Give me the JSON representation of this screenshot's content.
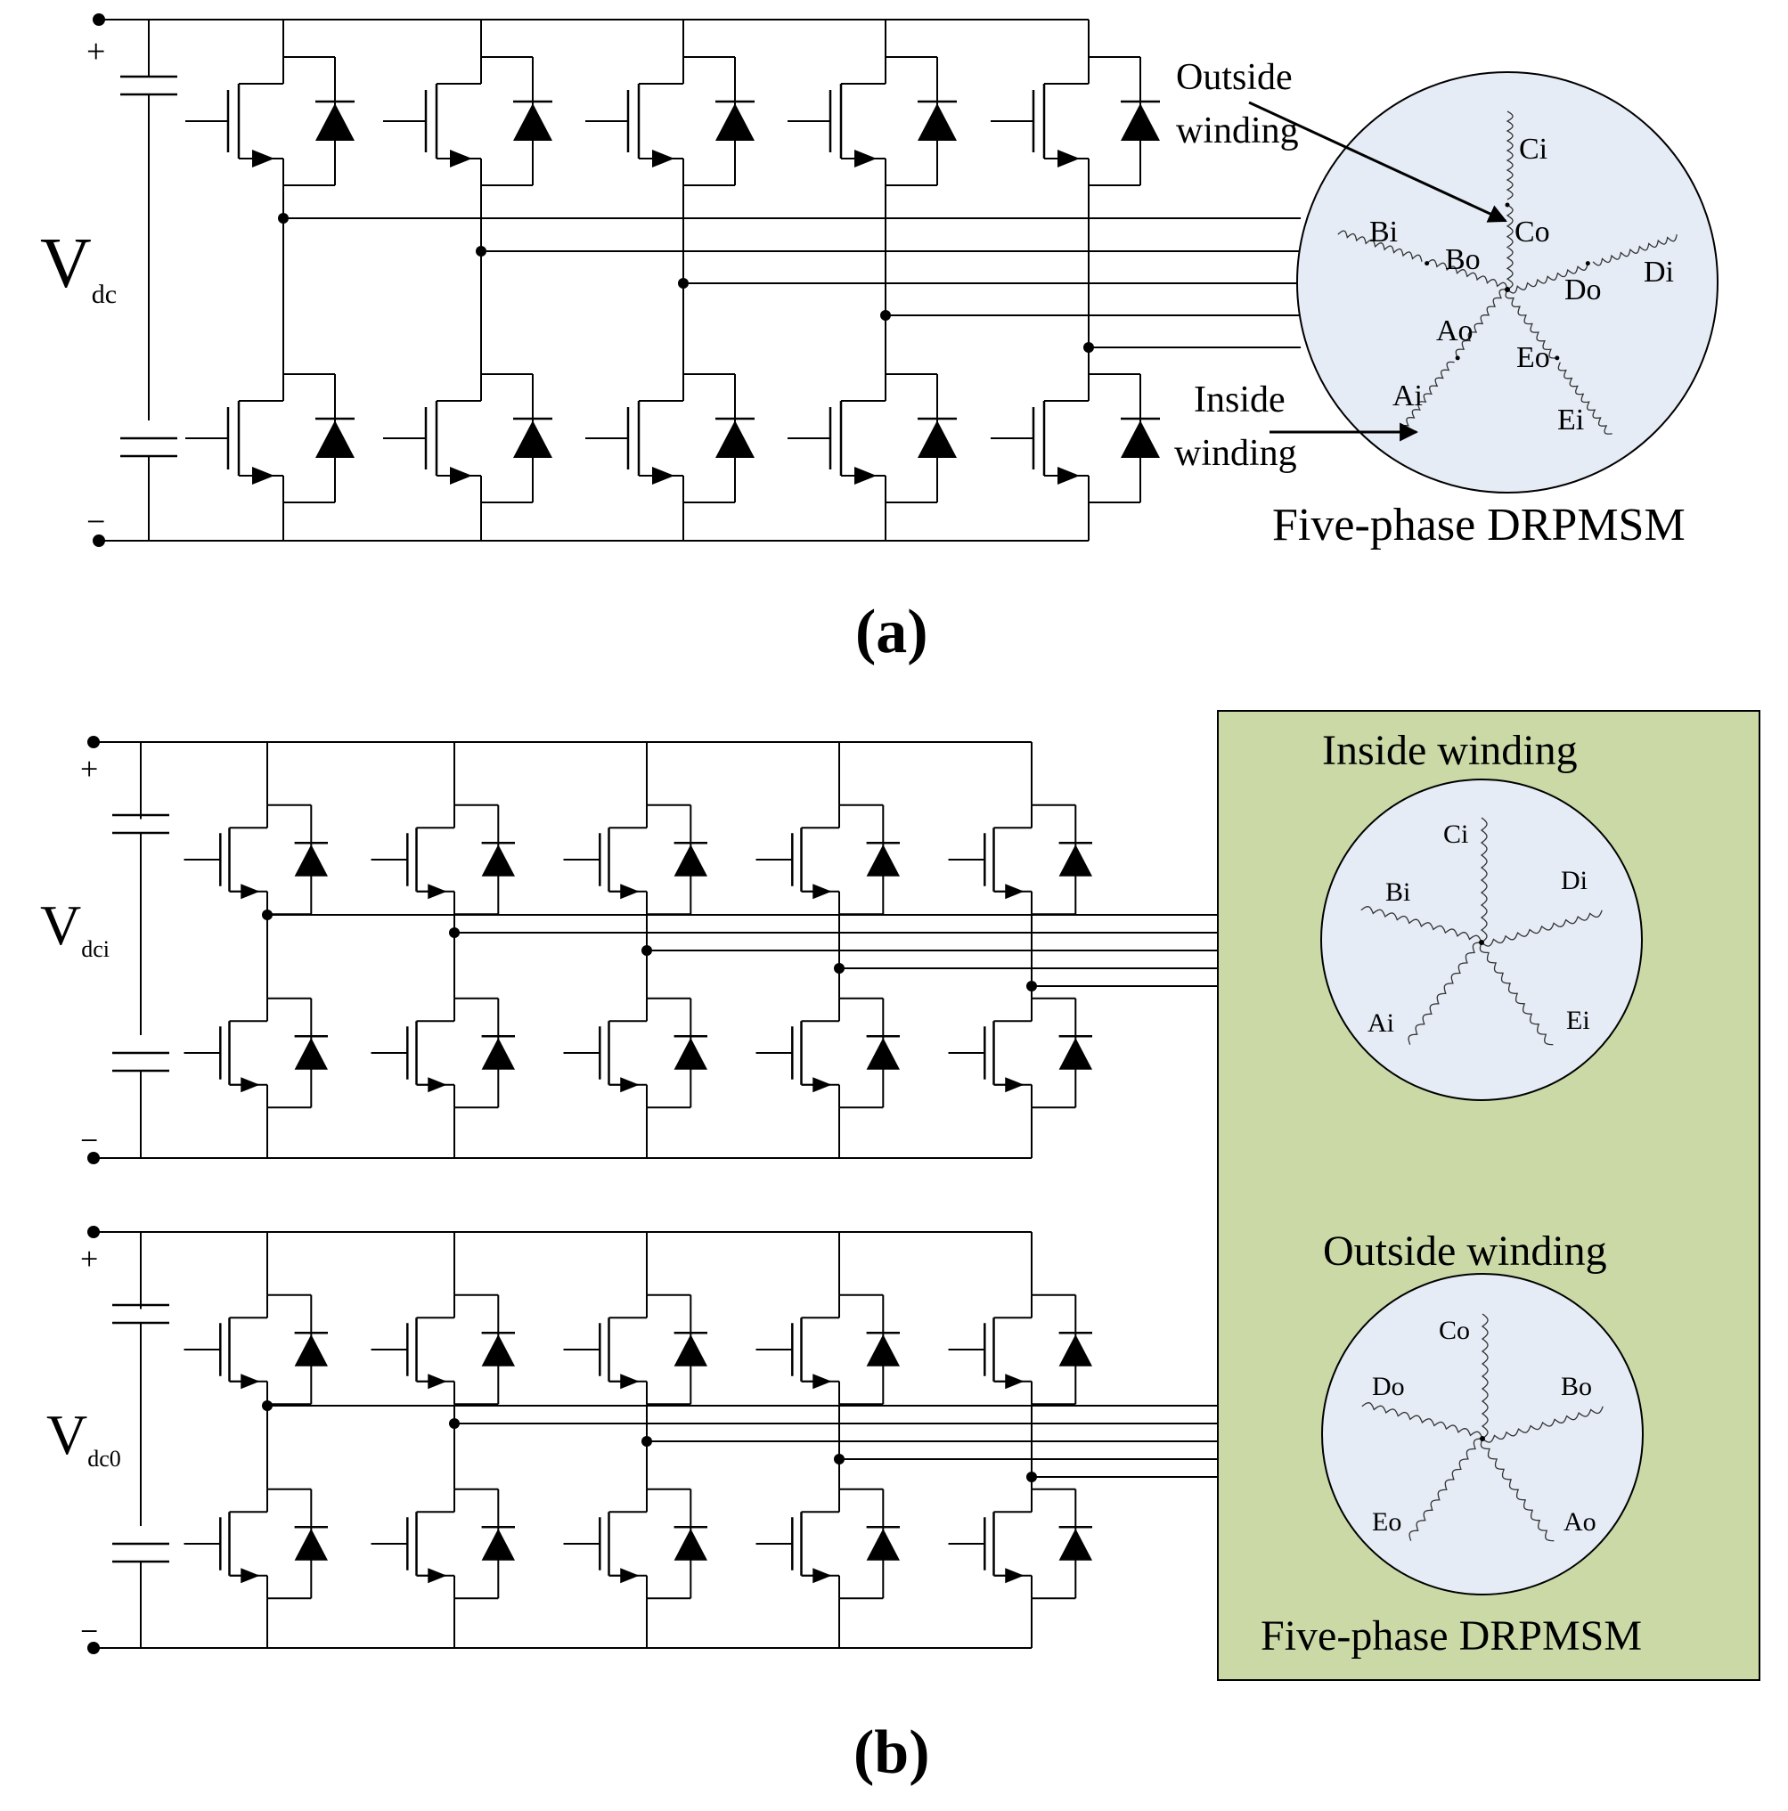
{
  "colors": {
    "wire": "#000000",
    "motor_fill": "#e6ecf5",
    "machine_box_fill": "#cbd9a7",
    "background": "#ffffff"
  },
  "icons": [
    "mosfet-switch-icon",
    "diode-icon",
    "capacitor-icon",
    "winding-coil-icon",
    "arrow-icon"
  ],
  "panel_a": {
    "caption": "(a)",
    "plus": "+",
    "minus": "−",
    "vdc_main": "V",
    "vdc_sub": "dc",
    "outside_label_1": "Outside",
    "outside_label_2": "winding",
    "inside_label_1": "Inside",
    "inside_label_2": "winding",
    "machine_label": "Five-phase DRPMSM",
    "phases": [
      "Ci",
      "Co",
      "Bi",
      "Bo",
      "Do",
      "Di",
      "Ao",
      "Eo",
      "Ai",
      "Ei"
    ]
  },
  "panel_b": {
    "caption": "(b)",
    "plus": "+",
    "minus": "−",
    "vdci_main": "V",
    "vdci_sub": "dci",
    "vdc0_main": "V",
    "vdc0_sub": "dc0",
    "inside_title": "Inside winding",
    "outside_title": "Outside winding",
    "machine_label": "Five-phase DRPMSM",
    "inside_phases": [
      "Ci",
      "Bi",
      "Di",
      "Ai",
      "Ei"
    ],
    "outside_phases": [
      "Co",
      "Do",
      "Bo",
      "Eo",
      "Ao"
    ]
  }
}
